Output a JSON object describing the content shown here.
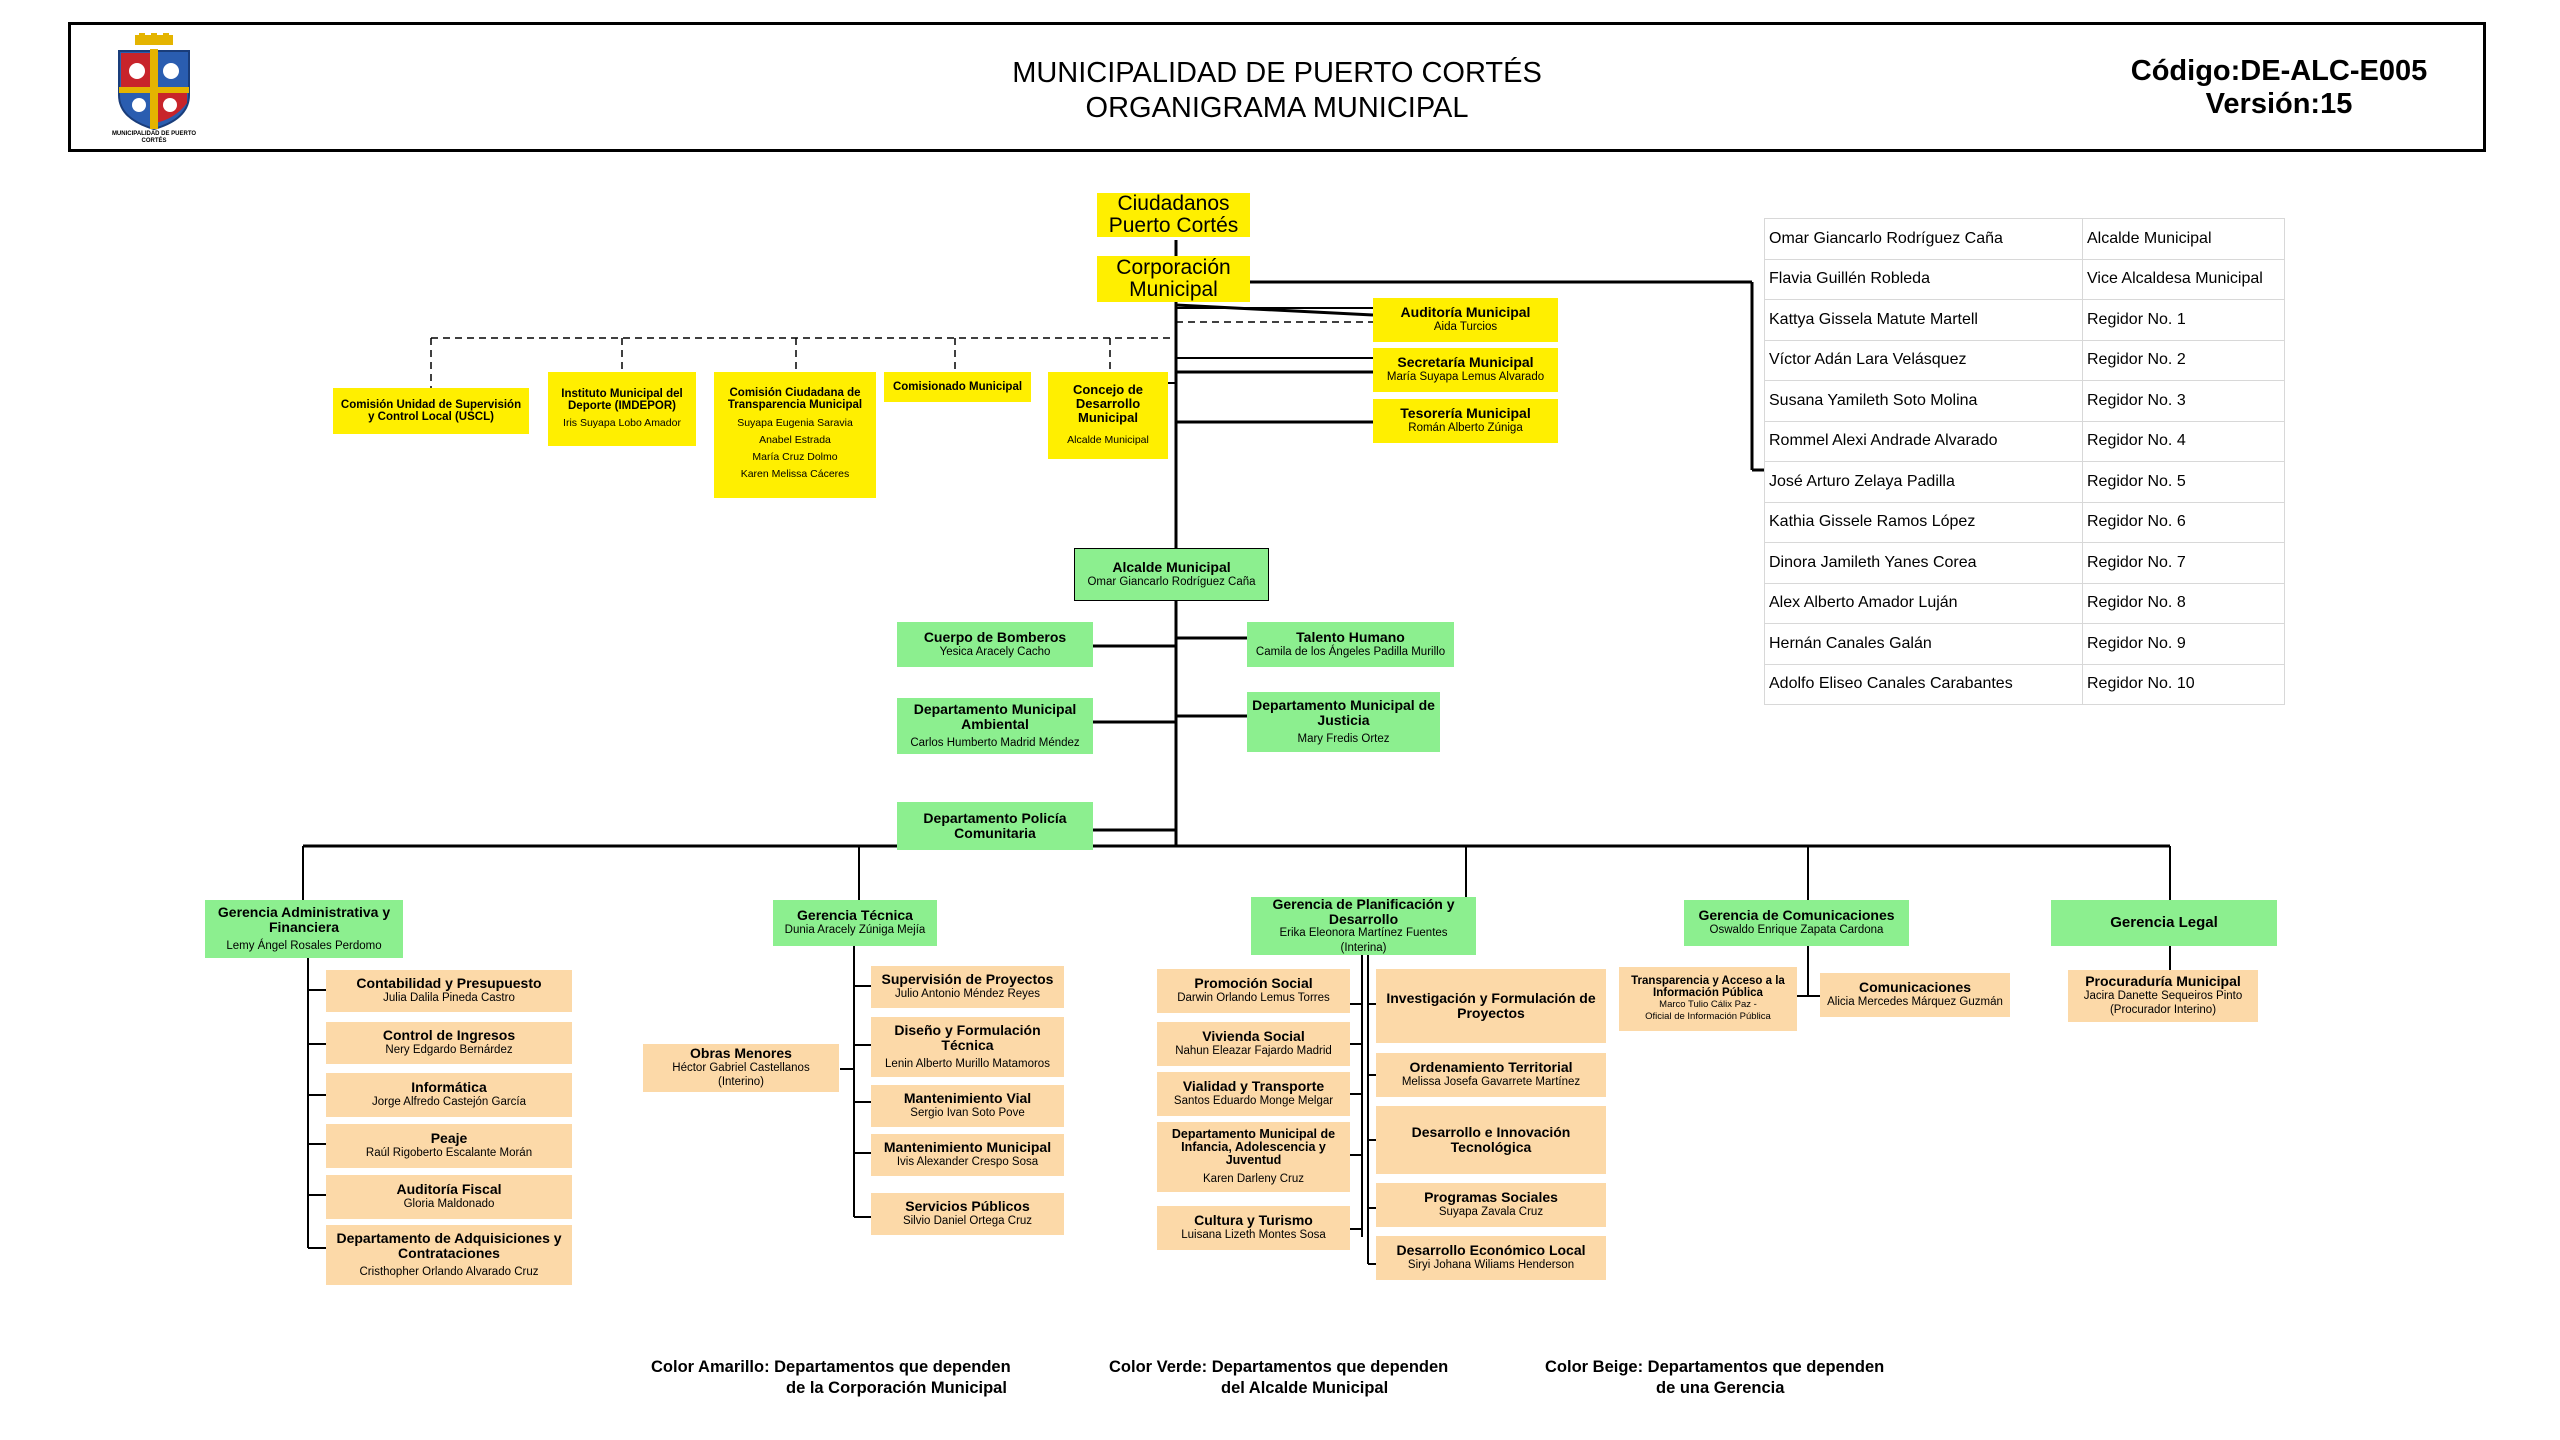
{
  "header": {
    "title_line1": "MUNICIPALIDAD DE PUERTO CORTÉS",
    "title_line2": "ORGANIGRAMA MUNICIPAL",
    "code": "Código:DE-ALC-E005",
    "version": "Versión:15",
    "logo_caption": "MUNICIPALIDAD DE PUERTO CORTÉS"
  },
  "top": {
    "ciudadanos": "Ciudadanos Puerto Cortés",
    "corporacion": "Corporación Municipal"
  },
  "side_units": [
    {
      "title": "Auditoría Municipal",
      "person": "Aida Turcios"
    },
    {
      "title": "Secretaría Municipal",
      "person": "María Suyapa Lemus Alvarado"
    },
    {
      "title": "Tesorería Municipal",
      "person": "Román Alberto Zúniga"
    }
  ],
  "commissions": [
    {
      "title": "Comisión Unidad de Supervisión y Control Local (USCL)",
      "person": ""
    },
    {
      "title": "Instituto Municipal del Deporte (IMDEPOR)",
      "person": "Iris Suyapa Lobo Amador"
    },
    {
      "title": "Comisión Ciudadana de Transparencia Municipal",
      "person": "Suyapa Eugenia Saravia",
      "members": [
        "Suyapa Eugenia Saravia",
        "Anabel Estrada",
        "María Cruz Dolmo",
        "Karen Melissa Cáceres"
      ]
    },
    {
      "title": "Comisionado Municipal",
      "person": ""
    },
    {
      "title": "Concejo de Desarrollo Municipal",
      "person": "Alcalde Municipal"
    }
  ],
  "alcalde": {
    "title": "Alcalde Municipal",
    "person": "Omar Giancarlo Rodríguez Caña"
  },
  "alcalde_units": {
    "bomberos": {
      "title": "Cuerpo de Bomberos",
      "person": "Yesica Aracely Cacho"
    },
    "talento": {
      "title": "Talento Humano",
      "person": "Camila de los Ángeles Padilla Murillo"
    },
    "ambiental": {
      "title": "Departamento Municipal Ambiental",
      "person": "Carlos Humberto Madrid Méndez"
    },
    "justicia": {
      "title": "Departamento Municipal de Justicia",
      "person": "Mary Fredis Ortez"
    },
    "policia": {
      "title": "Departamento Policía Comunitaria",
      "person": ""
    }
  },
  "gerencias": {
    "admin": {
      "title": "Gerencia Administrativa y Financiera",
      "person": "Lemy Ángel Rosales Perdomo",
      "units": [
        {
          "title": "Contabilidad y Presupuesto",
          "person": "Julia Dalila Pineda Castro"
        },
        {
          "title": "Control de Ingresos",
          "person": "Nery Edgardo Bernárdez"
        },
        {
          "title": "Informática",
          "person": "Jorge Alfredo Castejón García"
        },
        {
          "title": "Peaje",
          "person": "Raúl Rigoberto Escalante Morán"
        },
        {
          "title": "Auditoría Fiscal",
          "person": "Gloria Maldonado"
        },
        {
          "title": "Departamento de Adquisiciones y Contrataciones",
          "person": "Cristhopher Orlando Alvarado Cruz"
        }
      ]
    },
    "tecnica": {
      "title": "Gerencia Técnica",
      "person": "Dunia Aracely Zúniga Mejía",
      "left_unit": {
        "title": "Obras Menores",
        "person": "Héctor Gabriel Castellanos",
        "note": "(Interino)"
      },
      "units": [
        {
          "title": "Supervisión de Proyectos",
          "person": "Julio Antonio Méndez Reyes"
        },
        {
          "title": "Diseño y Formulación Técnica",
          "person": "Lenin Alberto Murillo Matamoros"
        },
        {
          "title": "Mantenimiento Vial",
          "person": "Sergio Ivan Soto Pove"
        },
        {
          "title": "Mantenimiento Municipal",
          "person": "Ivis Alexander Crespo Sosa"
        },
        {
          "title": "Servicios Públicos",
          "person": "Silvio Daniel Ortega Cruz"
        }
      ]
    },
    "planificacion": {
      "title": "Gerencia de Planificación y Desarrollo",
      "person": "Erika Eleonora Martínez Fuentes",
      "note": "(Interina)",
      "left_units": [
        {
          "title": "Promoción Social",
          "person": "Darwin Orlando Lemus Torres"
        },
        {
          "title": "Vivienda Social",
          "person": "Nahun Eleazar Fajardo Madrid"
        },
        {
          "title": "Vialidad y Transporte",
          "person": "Santos Eduardo Monge Melgar"
        },
        {
          "title": "Departamento Municipal de Infancia, Adolescencia y Juventud",
          "person": "Karen Darleny Cruz"
        },
        {
          "title": "Cultura y Turismo",
          "person": "Luisana Lizeth Montes Sosa"
        }
      ],
      "right_units": [
        {
          "title": "Investigación y Formulación de Proyectos",
          "person": ""
        },
        {
          "title": "Ordenamiento Territorial",
          "person": "Melissa Josefa Gavarrete Martínez"
        },
        {
          "title": "Desarrollo e Innovación Tecnológica",
          "person": ""
        },
        {
          "title": "Programas Sociales",
          "person": "Suyapa Zavala Cruz"
        },
        {
          "title": "Desarrollo Económico Local",
          "person": "Siryi Johana Wiliams Henderson"
        }
      ]
    },
    "comunicaciones": {
      "title": "Gerencia de Comunicaciones",
      "person": "Oswaldo Enrique Zapata Cardona",
      "units": [
        {
          "title": "Transparencia y Acceso a la Información Pública",
          "person": "Marco Tulio Cálix Paz -",
          "note": "Oficial de Información Pública"
        },
        {
          "title": "Comunicaciones",
          "person": "Alicia Mercedes Márquez Guzmán"
        }
      ]
    },
    "legal": {
      "title": "Gerencia Legal",
      "person": "",
      "units": [
        {
          "title": "Procuraduría Municipal",
          "person": "Jacira Danette Sequeiros Pinto",
          "note": "(Procurador Interino)"
        }
      ]
    }
  },
  "corporation_members": [
    {
      "name": "Omar Giancarlo Rodríguez Caña",
      "role": "Alcalde Municipal"
    },
    {
      "name": "Flavia Guillén Robleda",
      "role": "Vice Alcaldesa Municipal"
    },
    {
      "name": "Kattya Gissela Matute Martell",
      "role": "Regidor No. 1"
    },
    {
      "name": "Víctor Adán Lara Velásquez",
      "role": "Regidor No. 2"
    },
    {
      "name": "Susana Yamileth Soto Molina",
      "role": "Regidor No. 3"
    },
    {
      "name": "Rommel Alexi Andrade Alvarado",
      "role": "Regidor No. 4"
    },
    {
      "name": "José Arturo Zelaya Padilla",
      "role": "Regidor No. 5"
    },
    {
      "name": "Kathia Gissele Ramos López",
      "role": "Regidor No. 6"
    },
    {
      "name": "Dinora Jamileth Yanes Corea",
      "role": "Regidor No. 7"
    },
    {
      "name": "Alex Alberto Amador Luján",
      "role": "Regidor No. 8"
    },
    {
      "name": "Hernán Canales Galán",
      "role": "Regidor No. 9"
    },
    {
      "name": "Adolfo Eliseo Canales Carabantes",
      "role": "Regidor No. 10"
    }
  ],
  "legend": {
    "yellow_1": "Color Amarillo: Departamentos que dependen",
    "yellow_2": "de la Corporación Municipal",
    "green_1": "Color Verde: Departamentos que dependen",
    "green_2": "del Alcalde Municipal",
    "beige_1": "Color Beige: Departamentos que dependen",
    "beige_2": "de una Gerencia"
  },
  "colors": {
    "yellow": "#ffef00",
    "green": "#8cef8f",
    "beige": "#fcd9a8"
  }
}
